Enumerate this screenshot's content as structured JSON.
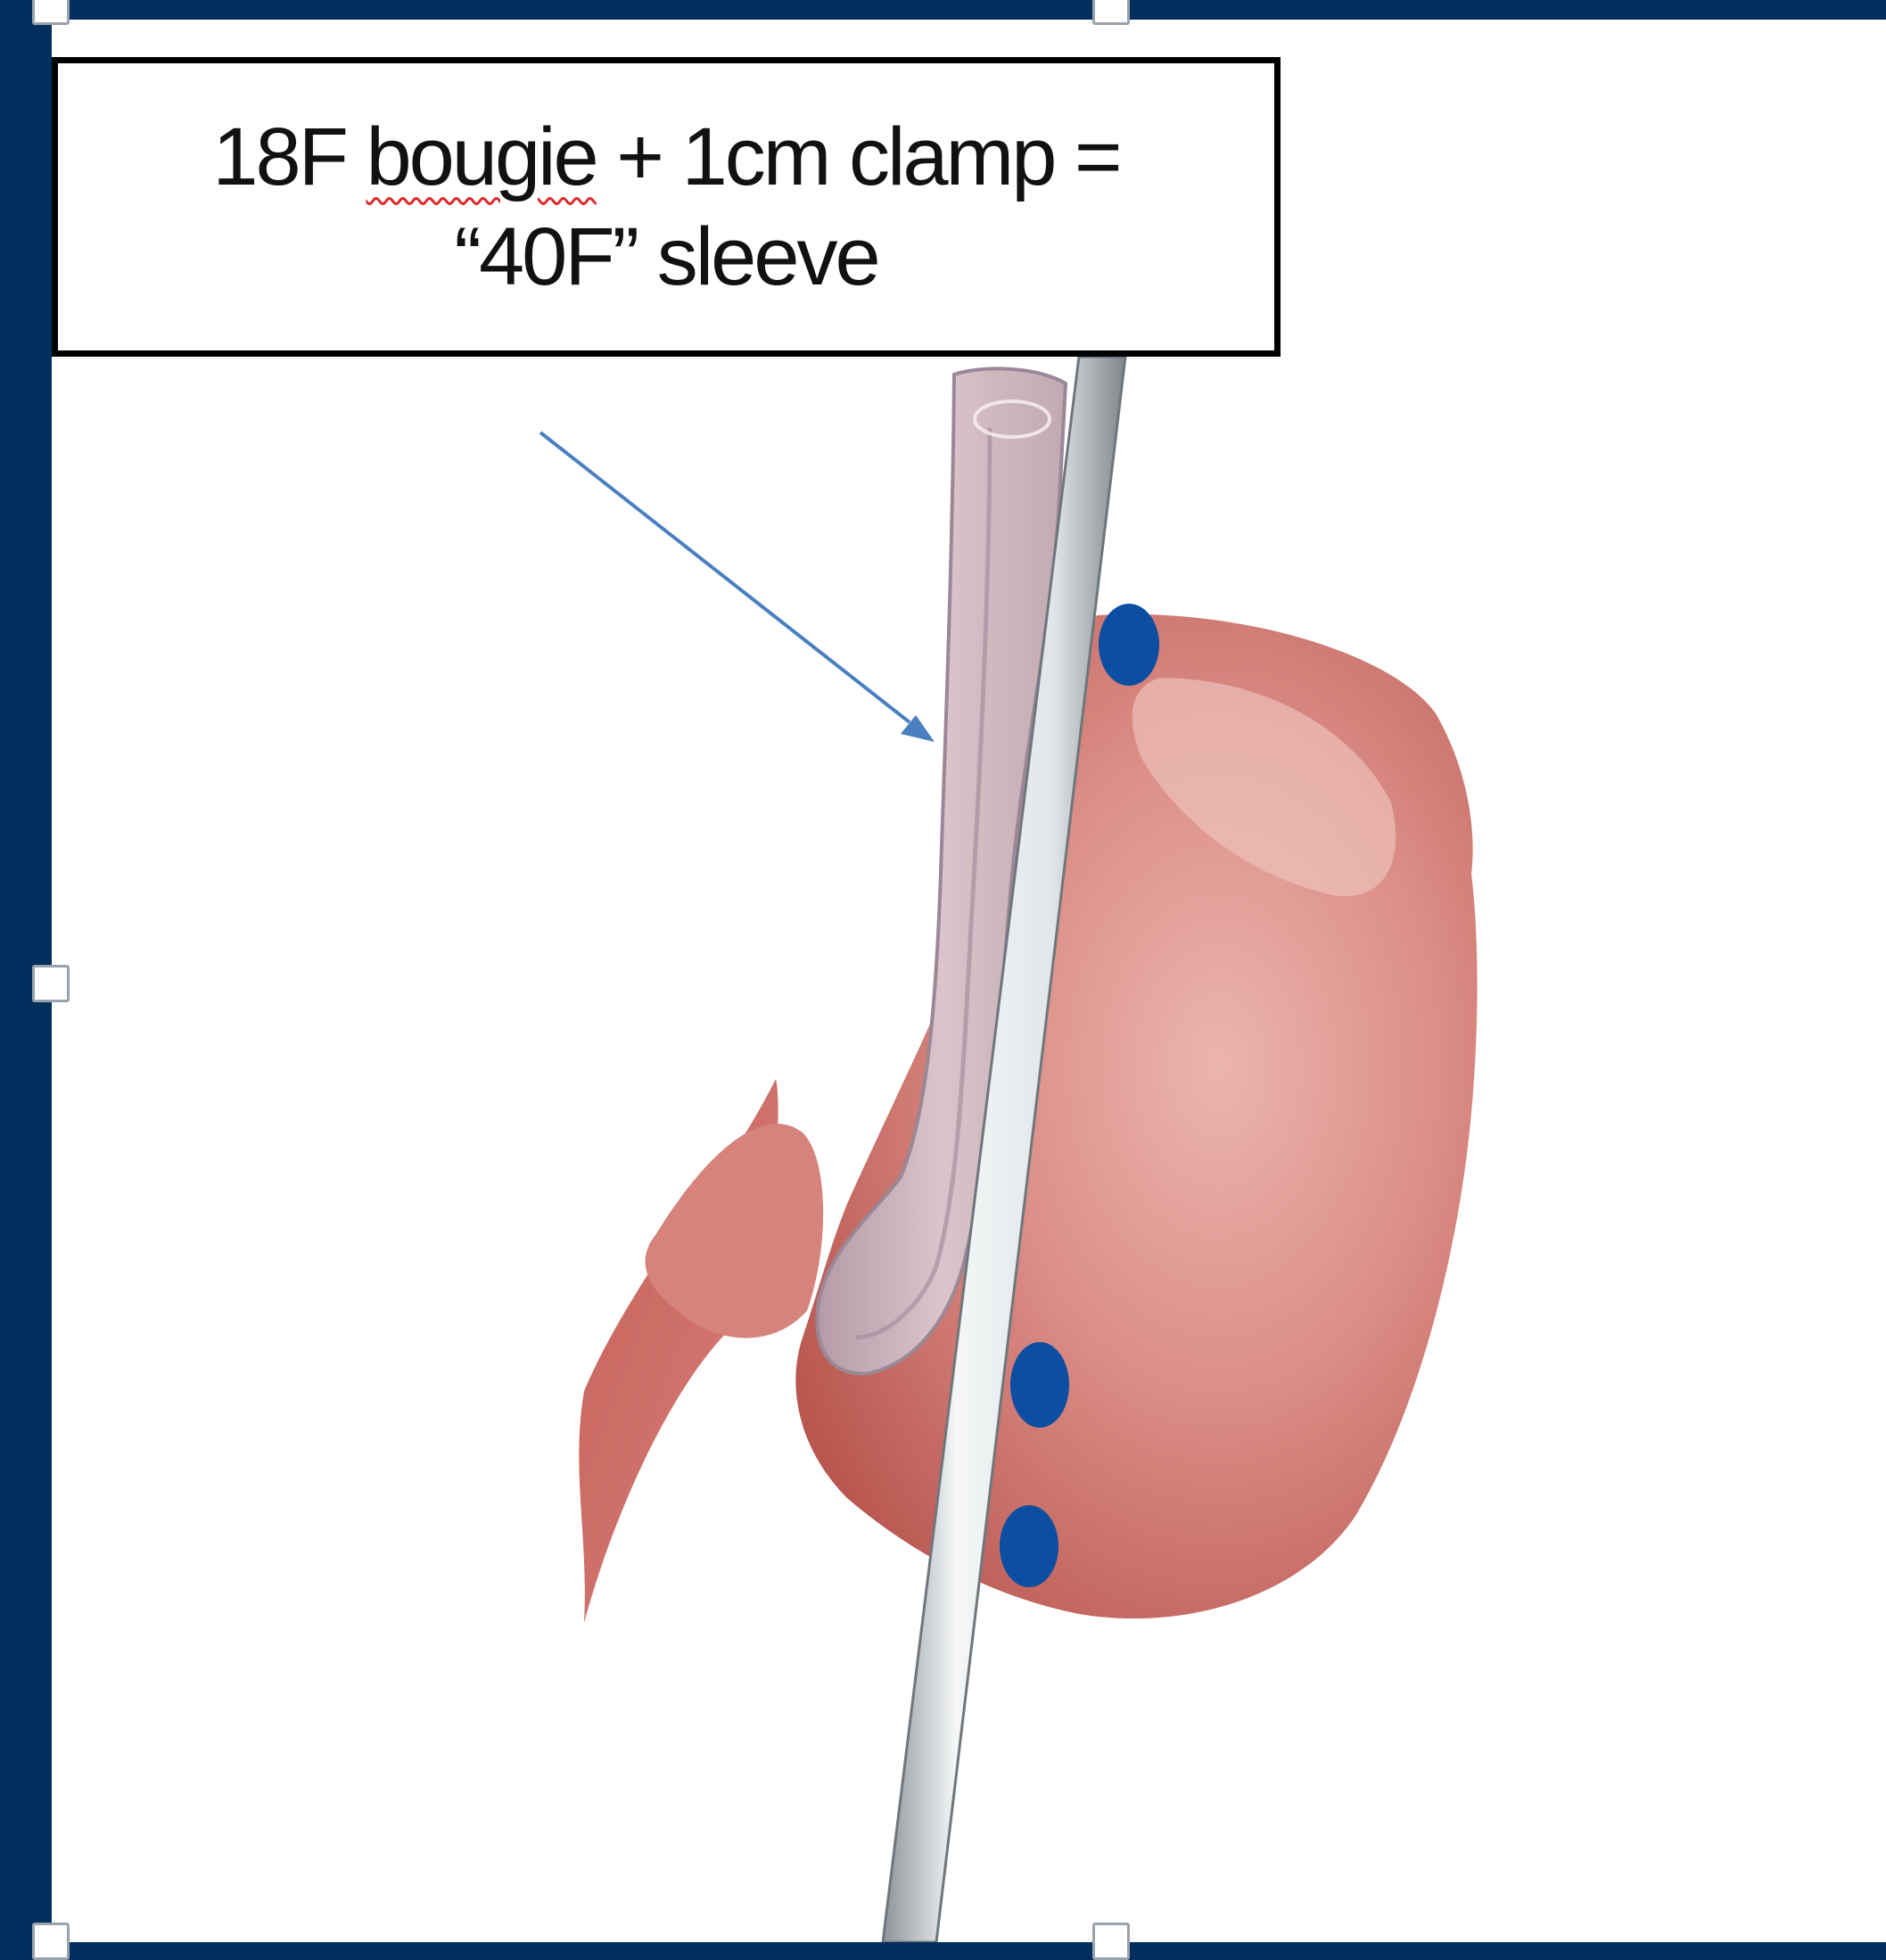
{
  "caption": {
    "line1": {
      "prefix": "18F ",
      "marked_word": "bougie",
      "suffix": " + 1cm clamp ="
    },
    "line2": "“40F” sleeve"
  },
  "colors": {
    "frame_background": "#022f5e",
    "stomach": "#d9847e",
    "stomach_shadow": "#b85a55",
    "bougie": "#e8ecef",
    "staple_marker": "#0b4ea2",
    "arrow": "#4a7fc0"
  },
  "markers": [
    "staple-marker-top",
    "staple-marker-middle",
    "staple-marker-bottom"
  ]
}
